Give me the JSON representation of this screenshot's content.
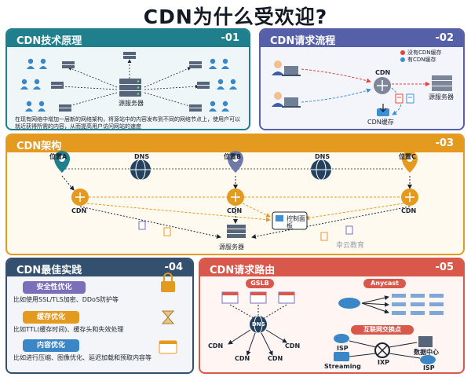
{
  "title": "CDN为什么受欢迎?",
  "panel1": {
    "title": "CDN技术原理",
    "number": "-01",
    "server_label": "源服务器",
    "description": "在现有网络中增加一层新的网络架构，将源站中的内容发布到不同的网络节点上，使用户可以就近获得所需的内容，从而提高用户访问网站的速度"
  },
  "panel2": {
    "title": "CDN请求流程",
    "number": "-02",
    "legend_no_cache": "没有CDN缓存",
    "legend_cache": "有CDN缓存",
    "cdn_label": "CDN",
    "server_label": "源服务器",
    "cache_label": "CDN缓存",
    "colors": {
      "no_cache": "#e0443c",
      "cache": "#3d8fd6"
    }
  },
  "panel3": {
    "title": "CDN架构",
    "number": "-03",
    "locations": [
      "位置A",
      "位置B",
      "位置C"
    ],
    "dns": "DNS",
    "cdn": "CDN",
    "control_panel": "控制面板",
    "server_label": "源服务器",
    "watermark": "幸云教育"
  },
  "panel4": {
    "title": "CDN最佳实践",
    "number": "-04",
    "items": [
      {
        "label": "安全性优化",
        "desc": "比如使用SSL/TLS加密、DDoS防护等",
        "color": "#7a6fb8",
        "icon": "lock-icon"
      },
      {
        "label": "缓存优化",
        "desc": "比如TTL(缓存时间)、缓存头和失效处理",
        "color": "#e49a1f",
        "icon": "hourglass-icon"
      },
      {
        "label": "内容优化",
        "desc": "比如进行压缩、图像优化、延迟加载和预取内容等",
        "color": "#3a86c6",
        "icon": "webpage-icon"
      }
    ]
  },
  "panel5": {
    "title": "CDN请求路由",
    "number": "-05",
    "gslb": "GSLB",
    "anycast": "Anycast",
    "dns": "DNS",
    "cdn": "CDN",
    "ixp_tag": "互联网交换点",
    "isp": "ISP",
    "ixp": "IXP",
    "datacenter": "数据中心",
    "streaming": "Streaming"
  }
}
